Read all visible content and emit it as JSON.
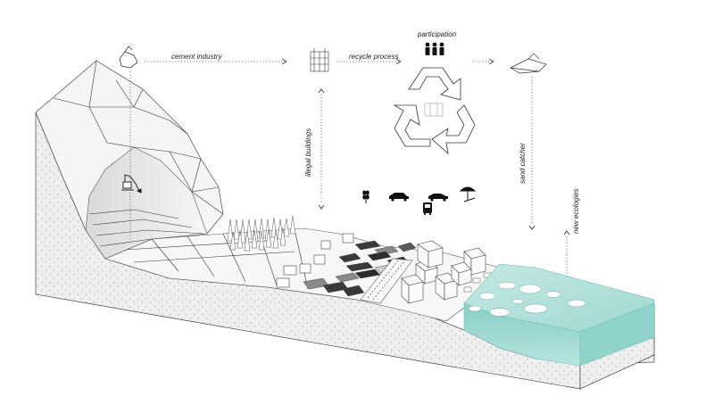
{
  "labels": {
    "cement_industry": "cement industry",
    "recycle_process": "recycle process",
    "participation": "participation",
    "illegal_buildings": "illegal buildings",
    "sand_catcher": "sand catcher",
    "new_ecologies": "new ecologies"
  },
  "colors": {
    "water": "#a9dcd6",
    "water_side": "#7fcac2",
    "soil": "#ececec",
    "mountain": "#f4f4f4",
    "dark_block": "#3a3a3a",
    "mid_block": "#8a8a8a"
  },
  "icons": [
    "cement-plant-icon",
    "scaffold-icon",
    "people-icon",
    "recycle-icon",
    "sand-catcher-icon",
    "excavator-icon",
    "wheat-icon",
    "car-icon",
    "sports-car-icon",
    "bus-icon",
    "parasol-icon"
  ]
}
